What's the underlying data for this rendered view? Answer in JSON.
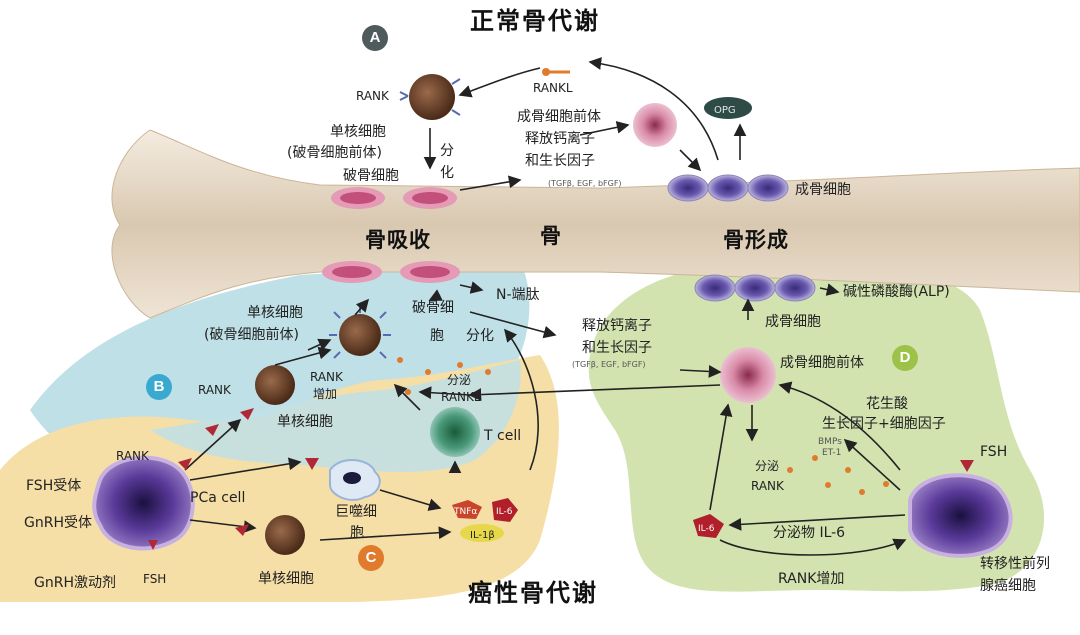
{
  "titles": {
    "normal": "正常骨代谢",
    "cancer": "癌性骨代谢"
  },
  "center": {
    "bone": "骨",
    "resorption": "骨吸收",
    "formation": "骨形成"
  },
  "badges": {
    "a": "A",
    "b": "B",
    "c": "C",
    "d": "D"
  },
  "panel_a": {
    "rank": "RANK",
    "monocyte": "单核细胞",
    "monocyte_note": "(破骨细胞前体)",
    "osteoclast": "破骨细胞",
    "differentiation": "分\n化",
    "rankl": "RANKL",
    "preosteoblast": "成骨细胞前体",
    "release_line1": "释放钙离子",
    "release_line2": "和生长因子",
    "growth_factors": "(TGFβ, EGF, bFGF)",
    "opg": "OPG",
    "osteoblast": "成骨细胞"
  },
  "panel_b": {
    "monocyte": "单核细胞",
    "monocyte_note": "(破骨细胞前体)",
    "osteoclast_line1": "破骨细",
    "osteoclast_line2": "胞",
    "differentiation": "分化",
    "n_telopeptide": "N-端肽",
    "rank": "RANK",
    "rank_increase_line1": "RANK",
    "rank_increase_line2": "增加",
    "monocyte2": "单核细胞",
    "secrete": "分泌",
    "rankl": "RANKL",
    "t_cell": "T cell"
  },
  "panel_c": {
    "rank": "RANK",
    "fsh_receptor": "FSH受体",
    "gnrh_receptor": "GnRH受体",
    "pca_cell": "PCa cell",
    "gnrh_agonist": "GnRH激动剂",
    "fsh": "FSH",
    "macrophage_line1": "巨噬细",
    "macrophage_line2": "胞",
    "monocyte": "单核细胞",
    "tnfa": "TNFα",
    "il6": "IL-6",
    "il1b": "IL-1β"
  },
  "panel_d": {
    "alp": "碱性磷酸酶(ALP)",
    "osteoblast": "成骨细胞",
    "release_line1": "释放钙离子",
    "release_line2": "和生长因子",
    "growth_factors": "(TGFβ, EGF, bFGF)",
    "preosteoblast": "成骨细胞前体",
    "arachidonic": "花生酸",
    "growth_cytokine": "生长因子+细胞因子",
    "bmps": "BMPs",
    "et1": "ET-1",
    "fsh": "FSH",
    "secrete": "分泌",
    "rank": "RANK",
    "il6": "IL-6",
    "secretion_il6": "分泌物 IL-6",
    "rank_increase": "RANK增加",
    "metastatic_line1": "转移性前列",
    "metastatic_line2": "腺癌细胞"
  },
  "colors": {
    "panel_b": "#bfe0e6",
    "panel_c": "#f5dfa6",
    "panel_d": "#d2e3b0",
    "bone": "#e9dcc9",
    "badge_a": "#4f5a5c",
    "badge_b": "#3aa9cf",
    "badge_c": "#e07a2d",
    "badge_d": "#9cc24a"
  }
}
